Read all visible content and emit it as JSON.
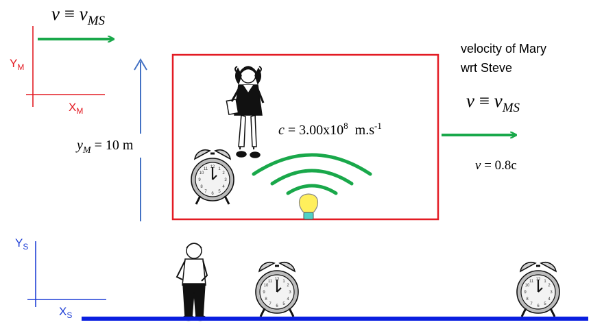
{
  "colors": {
    "red": "#e31b23",
    "blue_axis": "#1f3fd6",
    "green": "#19a84a",
    "blue_arrow": "#4472c4",
    "ground": "#0a1fe0",
    "bulb": "#ffef5c"
  },
  "mary_frame": {
    "axis_y": "Y",
    "axis_y_sub": "M",
    "axis_x": "X",
    "axis_x_sub": "M"
  },
  "steve_frame": {
    "axis_y": "Y",
    "axis_y_sub": "S",
    "axis_x": "X",
    "axis_x_sub": "S"
  },
  "top_velocity": {
    "v": "v",
    "equiv": " ≡ ",
    "vms": "v",
    "vms_sub": "MS"
  },
  "height": {
    "y": "y",
    "y_sub": "M",
    "eq": " = 10 m"
  },
  "light_speed": {
    "c": "c",
    "eq": " = 3.00x10",
    "exp": "8",
    "unit": "  m.s",
    "unit_exp": "-1"
  },
  "caption": {
    "line1": "velocity of Mary",
    "line2": "wrt Steve"
  },
  "right_velocity": {
    "v": "v",
    "equiv": " ≡ ",
    "vms": "v",
    "vms_sub": "MS"
  },
  "speed_value": {
    "v": "v",
    "eq": " = 0.8c"
  },
  "icons": [
    "girl-figure-icon",
    "boy-figure-icon",
    "alarm-clock-icon",
    "light-bulb-icon",
    "light-wave-icon"
  ]
}
